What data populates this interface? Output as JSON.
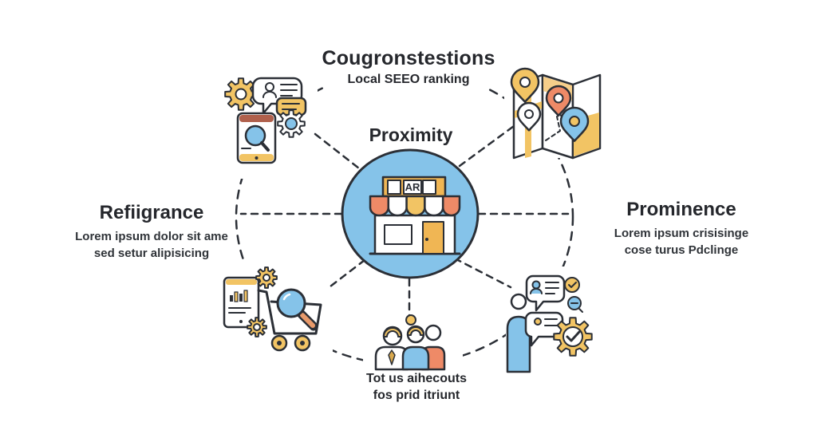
{
  "palette": {
    "blue": "#85C3E9",
    "yellow": "#F2C464",
    "yellow_deep": "#F0B654",
    "salmon": "#EE8A67",
    "rust": "#B0604C",
    "ink": "#2B2F36",
    "text": "#25272C"
  },
  "header": {
    "title": "Cougronstestions",
    "subtitle": "Local SEEO ranking"
  },
  "center": {
    "label": "Proximity",
    "store_sign": "AR"
  },
  "nodes": {
    "left": {
      "title": "Refiigrance",
      "desc1": "Lorem ipsum dolor sit ame",
      "desc2": "sed setur alipisicing"
    },
    "right": {
      "title": "Prominence",
      "desc1": "Lorem ipsum crisisinge",
      "desc2": "cose turus Pdclinge"
    },
    "bottom": {
      "desc1": "Tot us aihecouts",
      "desc2": "fos prid itriunt"
    }
  },
  "icons": [
    "storefront-icon",
    "mobile-search-cluster-icon",
    "map-pins-icon",
    "shopping-analysis-icon",
    "customer-reviews-icon",
    "customers-group-icon"
  ]
}
